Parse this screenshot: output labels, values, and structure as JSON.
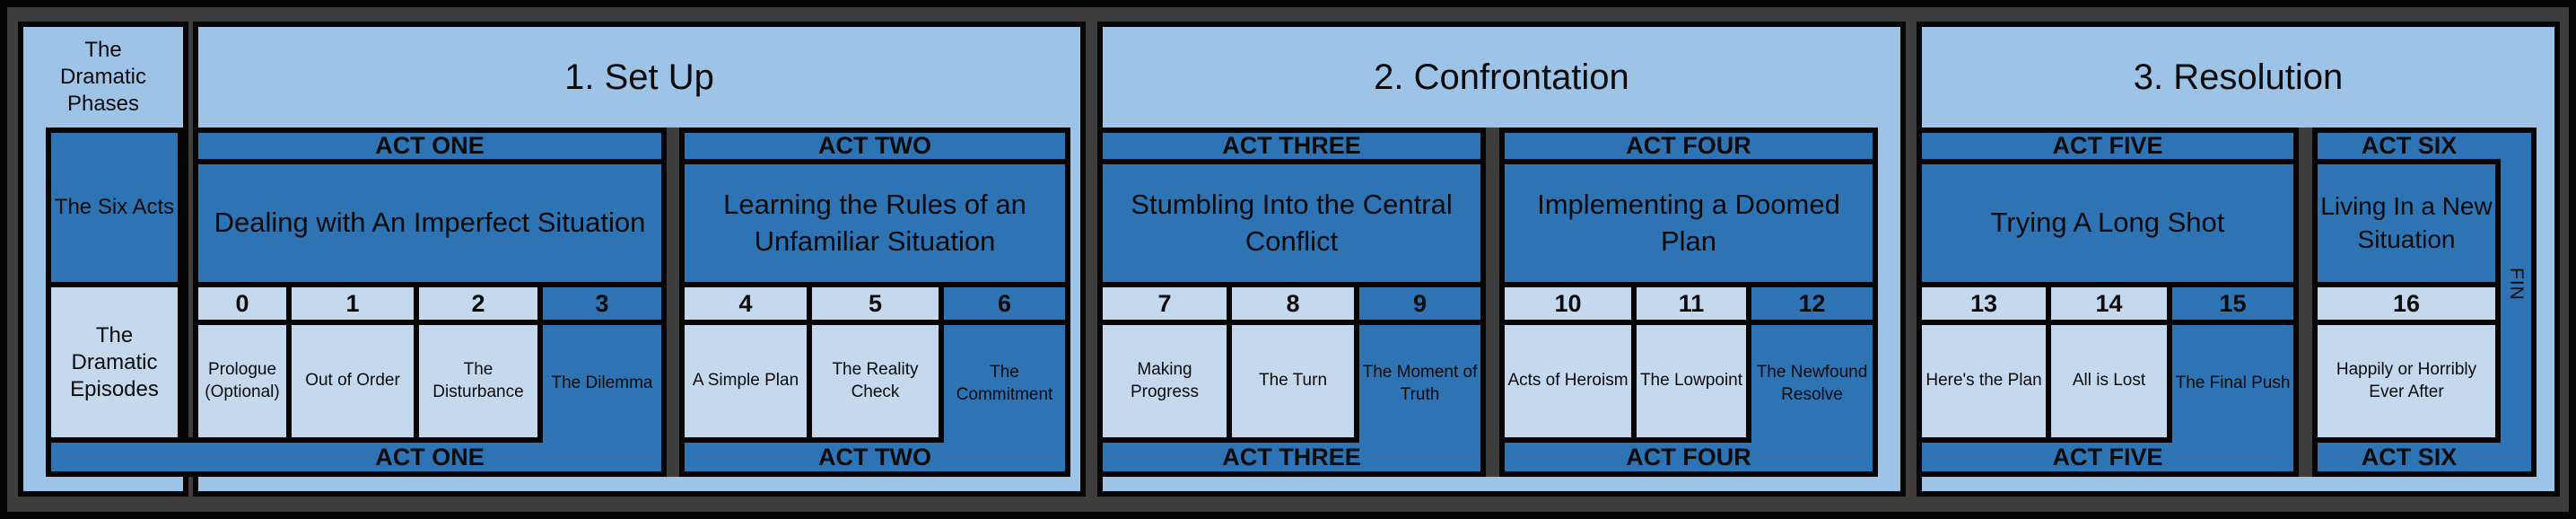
{
  "colors": {
    "background_gray": "#3d3d3d",
    "panel_light_blue": "#9dc3e6",
    "act_blue": "#2e74b5",
    "episode_pale_blue": "#c5d9ee",
    "line_black": "#050505"
  },
  "sidebar": {
    "phases_label": "The Dramatic Phases",
    "acts_label": "The Six Acts",
    "episodes_label": "The Dramatic Episodes"
  },
  "phases": [
    {
      "title": "1. Set Up",
      "acts": [
        {
          "name": "ACT ONE",
          "title": "Dealing with An Imperfect Situation",
          "episodes": [
            {
              "num": "0",
              "name": "Prologue (Optional)"
            },
            {
              "num": "1",
              "name": "Out of Order"
            },
            {
              "num": "2",
              "name": "The Disturbance"
            },
            {
              "num": "3",
              "name": "The Dilemma"
            }
          ]
        },
        {
          "name": "ACT TWO",
          "title": "Learning the Rules of an Unfamiliar Situation",
          "episodes": [
            {
              "num": "4",
              "name": "A Simple Plan"
            },
            {
              "num": "5",
              "name": "The Reality Check"
            },
            {
              "num": "6",
              "name": "The Commitment"
            }
          ]
        }
      ]
    },
    {
      "title": "2. Confrontation",
      "acts": [
        {
          "name": "ACT THREE",
          "title": "Stumbling Into the Central Conflict",
          "episodes": [
            {
              "num": "7",
              "name": "Making Progress"
            },
            {
              "num": "8",
              "name": "The Turn"
            },
            {
              "num": "9",
              "name": "The Moment of Truth"
            }
          ]
        },
        {
          "name": "ACT FOUR",
          "title": "Implementing a Doomed Plan",
          "episodes": [
            {
              "num": "10",
              "name": "Acts of Heroism"
            },
            {
              "num": "11",
              "name": "The Lowpoint"
            },
            {
              "num": "12",
              "name": "The Newfound Resolve"
            }
          ]
        }
      ]
    },
    {
      "title": "3. Resolution",
      "acts": [
        {
          "name": "ACT FIVE",
          "title": "Trying A Long Shot",
          "episodes": [
            {
              "num": "13",
              "name": "Here's the Plan"
            },
            {
              "num": "14",
              "name": "All is Lost"
            },
            {
              "num": "15",
              "name": "The Final Push"
            }
          ]
        },
        {
          "name": "ACT SIX",
          "title": "Living In a New Situation",
          "fin_label": "FIN",
          "episodes": [
            {
              "num": "16",
              "name": "Happily or Horribly Ever After"
            }
          ]
        }
      ]
    }
  ]
}
